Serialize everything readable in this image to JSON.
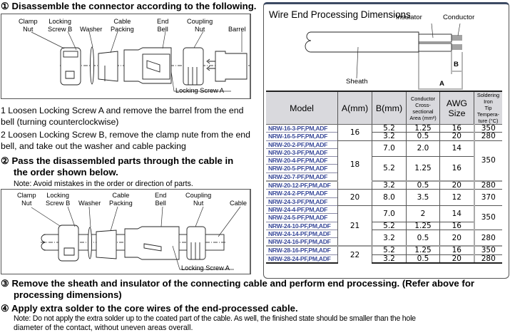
{
  "step1": {
    "marker": "①",
    "title": "Disassemble the connector according to the following.",
    "diagram_labels": {
      "clamp_nut": [
        "Clamp",
        "Nut"
      ],
      "locking_screw_b": [
        "Locking",
        "Screw B"
      ],
      "washer": "Washer",
      "cable_packing": [
        "Cable",
        "Packing"
      ],
      "end_bell": [
        "End",
        "Bell"
      ],
      "coupling_nut": [
        "Coupling",
        "Nut"
      ],
      "barrel": "Barrel",
      "locking_screw_a": "Locking Screw A"
    },
    "instructions": [
      "1  Loosen Locking Screw A and remove the barrel from the end bell (turning counterclockwise)",
      "2  Loosen Locking Screw B, remove the clamp nute from the end bell, and take out the washer and cable packing"
    ]
  },
  "step2": {
    "marker": "②",
    "title_line1": "Pass the disassembled parts through the cable in",
    "title_line2": "the order shown below.",
    "note": "Note: Avoid mistakes in the order or direction of parts.",
    "diagram_labels": {
      "clamp_nut": [
        "Clamp",
        "Nut"
      ],
      "locking_screw_b": [
        "Locking",
        "Screw B"
      ],
      "washer": "Washer",
      "cable_packing": [
        "Cable",
        "Packing"
      ],
      "end_bell": [
        "End",
        "Bell"
      ],
      "coupling_nut": [
        "Coupling",
        "Nut"
      ],
      "cable": "Cable",
      "locking_screw_a": "Locking Screw A"
    }
  },
  "step3": {
    "marker": "③",
    "title_line1": "Remove the sheath and insulator of the connecting cable and perform end processing. (Refer above for",
    "title_line2": "processing dimensions)"
  },
  "step4": {
    "marker": "④",
    "title": "Apply extra solder to the core wires of the end-processed cable.",
    "note_line1": "Note: Do not apply the extra solder up to the coated part of the cable. As well, the finished state should be smaller than the hole",
    "note_line2": "diameter of the contact, without uneven areas overall."
  },
  "wire_panel": {
    "title": "Wire End Processing Dimensions",
    "labels": {
      "insulator": "Insulator",
      "conductor": "Conductor",
      "sheath": "Sheath",
      "dim_a": "A",
      "dim_b": "B"
    },
    "table": {
      "headers": {
        "model": "Model",
        "a": "A(mm)",
        "b": "B(mm)",
        "area": [
          "Conductor",
          "Cross-sectional",
          "Area (mm²)"
        ],
        "awg": [
          "AWG",
          "Size"
        ],
        "temp": [
          "Soldering Iron",
          "Tip Tempera-",
          "ture (°C)"
        ]
      },
      "rows": [
        {
          "model": "NRW-16-3-PF,PM,ADF",
          "a": "16",
          "b": "5.2",
          "area": "1.25",
          "awg": "16",
          "temp": "350"
        },
        {
          "model": "NRW-16-5-PF,PM,ADF",
          "a": "",
          "b": "3.2",
          "area": "0.5",
          "awg": "20",
          "temp": "280"
        },
        {
          "model": "NRW-20-2-PF,PM,ADF",
          "a": "18",
          "b": "7.0",
          "area": "2.0",
          "awg": "14",
          "temp": "350"
        },
        {
          "model": "NRW-20-3-PF,PM,ADF",
          "a": "",
          "b": "",
          "area": "",
          "awg": "",
          "temp": ""
        },
        {
          "model": "NRW-20-4-PF,PM,ADF",
          "a": "",
          "b": "5.2",
          "area": "1.25",
          "awg": "16",
          "temp": ""
        },
        {
          "model": "NRW-20-5-PF,PM,ADF",
          "a": "",
          "b": "",
          "area": "",
          "awg": "",
          "temp": ""
        },
        {
          "model": "NRW-20-7-PF,PM,ADF",
          "a": "",
          "b": "",
          "area": "",
          "awg": "",
          "temp": ""
        },
        {
          "model": "NRW-20-12-PF,PM,ADF",
          "a": "",
          "b": "3.2",
          "area": "0.5",
          "awg": "20",
          "temp": "280"
        },
        {
          "model": "NRW-24-2-PF,PM,ADF",
          "a": "20",
          "b": "8.0",
          "area": "3.5",
          "awg": "12",
          "temp": "370"
        },
        {
          "model": "NRW-24-3-PF,PM,ADF",
          "a": "",
          "b": "",
          "area": "",
          "awg": "",
          "temp": ""
        },
        {
          "model": "NRW-24-4-PF,PM,ADF",
          "a": "21",
          "b": "7.0",
          "area": "2",
          "awg": "14",
          "temp": "350"
        },
        {
          "model": "NRW-24-5-PF,PM,ADF",
          "a": "",
          "b": "",
          "area": "",
          "awg": "",
          "temp": ""
        },
        {
          "model": "NRW-24-10-PF,PM,ADF",
          "a": "",
          "b": "5.2",
          "area": "1.25",
          "awg": "16",
          "temp": ""
        },
        {
          "model": "NRW-24-14-PF,PM,ADF",
          "a": "",
          "b": "3.2",
          "area": "0.5",
          "awg": "20",
          "temp": "280"
        },
        {
          "model": "NRW-24-16-PF,PM,ADF",
          "a": "",
          "b": "",
          "area": "",
          "awg": "",
          "temp": ""
        },
        {
          "model": "NRW-28-16-PF,PM,ADF",
          "a": "22",
          "b": "5.2",
          "area": "1.25",
          "awg": "16",
          "temp": "350"
        },
        {
          "model": "NRW-28-24-PF,PM,ADF",
          "a": "",
          "b": "3.2",
          "area": "0.5",
          "awg": "20",
          "temp": "280"
        }
      ]
    }
  }
}
